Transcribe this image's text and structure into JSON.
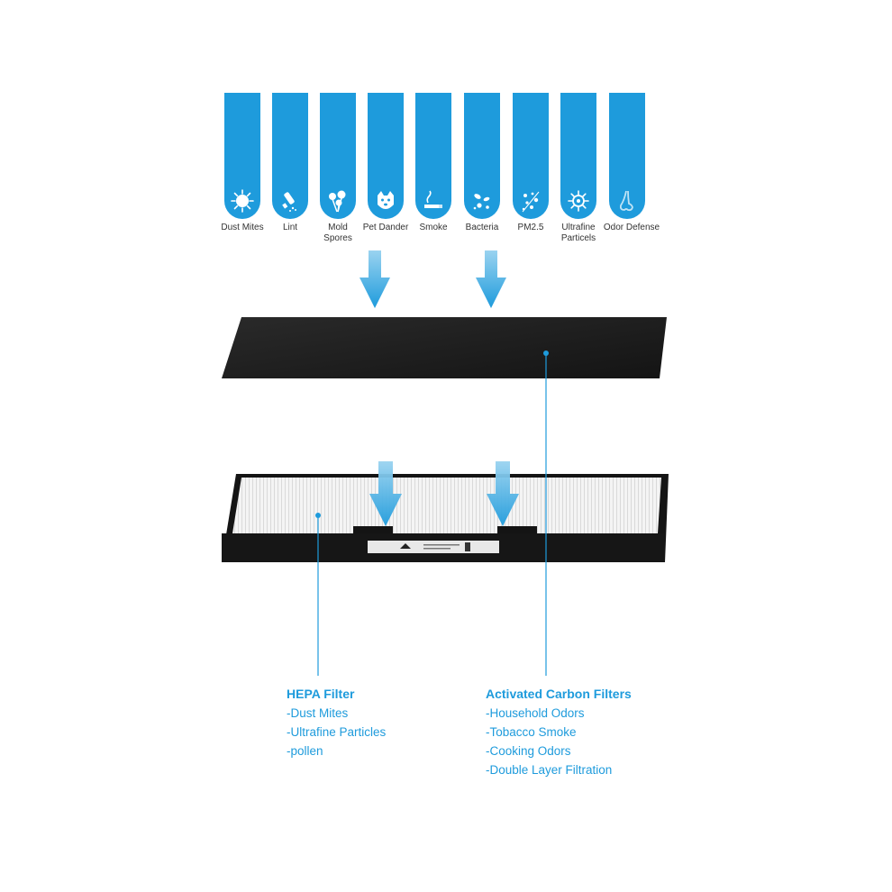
{
  "categories": [
    {
      "label": "Dust Mites",
      "icon": "dust-mite-icon"
    },
    {
      "label": "Lint",
      "icon": "lint-icon"
    },
    {
      "label": "Mold Spores",
      "icon": "mold-spores-icon"
    },
    {
      "label": "Pet Dander",
      "icon": "pet-dander-icon"
    },
    {
      "label": "Smoke",
      "icon": "smoke-icon"
    },
    {
      "label": "Bacteria",
      "icon": "bacteria-icon"
    },
    {
      "label": "PM2.5",
      "icon": "pm25-icon"
    },
    {
      "label": "Ultrafine Particels",
      "icon": "ultrafine-particle-icon"
    },
    {
      "label": "Odor Defense",
      "icon": "nose-icon"
    }
  ],
  "hepa": {
    "title": "HEPA Filter",
    "items": [
      "-Dust Mites",
      "-Ultrafine Particles",
      "-pollen"
    ]
  },
  "carbon": {
    "title": "Activated Carbon Filters",
    "items": [
      "-Household Odors",
      "-Tobacco Smoke",
      "-Cooking Odors",
      "-Double Layer Filtration"
    ]
  },
  "colors": {
    "accent": "#1e9bdc",
    "carbon_sheet": "#1b1b1b",
    "frame": "#141414",
    "pleats": "#f2f2f2"
  }
}
